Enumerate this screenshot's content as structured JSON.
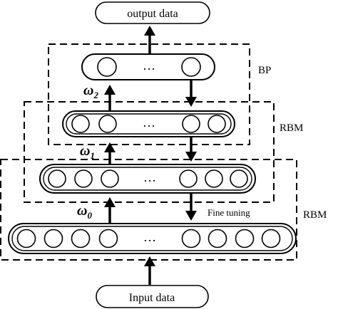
{
  "diagram": {
    "output_label": "output data",
    "input_label": "Input data",
    "blocks": {
      "bp": "BP",
      "rbm_top": "RBM",
      "rbm_bottom": "RBM"
    },
    "weights": {
      "w2": {
        "symbol": "ω",
        "sub": "2"
      },
      "w1": {
        "symbol": "ω",
        "sub": "1"
      },
      "w0": {
        "symbol": "ω",
        "sub": "0"
      }
    },
    "fine_tuning_label": "Fine tuning",
    "layers": {
      "output": {
        "ellipsis": "…"
      },
      "hidden2": {
        "ellipsis": "…"
      },
      "hidden1": {
        "ellipsis": "…"
      },
      "input": {
        "ellipsis": "…"
      }
    }
  }
}
